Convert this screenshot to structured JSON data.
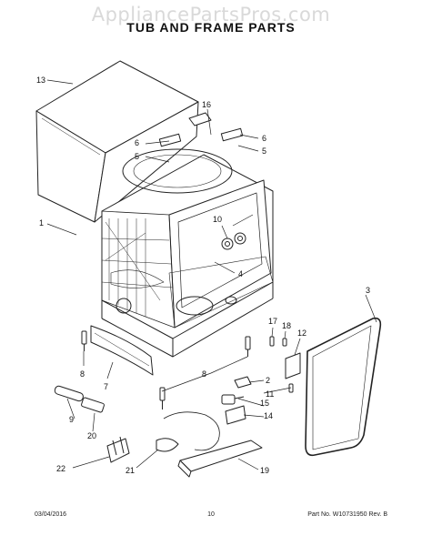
{
  "watermark": "AppliancePartsPros.com",
  "title": "TUB AND FRAME PARTS",
  "footer": {
    "date": "03/04/2016",
    "page": "10",
    "part_label": "Part No. W10731950  Rev. B"
  },
  "callouts": {
    "c1": "1",
    "c2": "2",
    "c3": "3",
    "c4": "4",
    "c5a": "5",
    "c5b": "5",
    "c6a": "6",
    "c6b": "6",
    "c7": "7",
    "c8a": "8",
    "c8b": "8",
    "c9": "9",
    "c10": "10",
    "c11": "11",
    "c12": "12",
    "c13": "13",
    "c14": "14",
    "c15": "15",
    "c16": "16",
    "c17": "17",
    "c18": "18",
    "c19": "19",
    "c20": "20",
    "c21": "21",
    "c22": "22"
  }
}
